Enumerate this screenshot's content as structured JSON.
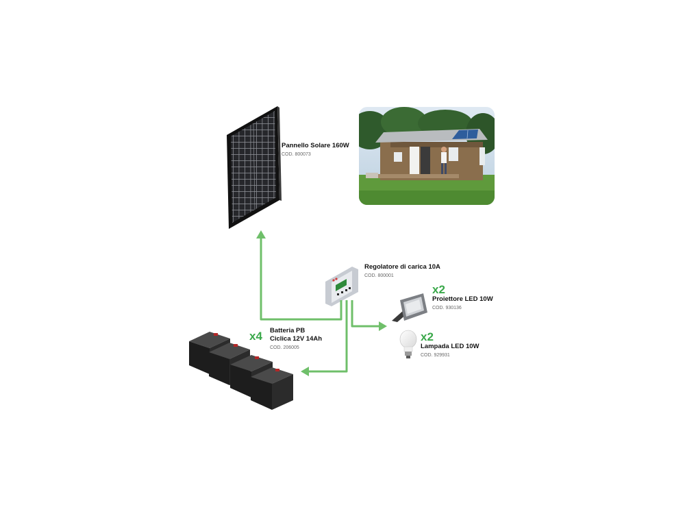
{
  "colors": {
    "arrow": "#6fbf6a",
    "quantity": "#3aa84a",
    "panel_frame": "#111111",
    "panel_cells": "#26272b",
    "battery_body": "#222222",
    "battery_terminal": "#b32828"
  },
  "solar_panel": {
    "title": "Pannello Solare 160W",
    "code": "COD. 800073"
  },
  "photo": {
    "icon": "house-with-solar-panel-photo"
  },
  "charge_controller": {
    "title": "Regolatore di carica 10A",
    "code": "COD. 800001"
  },
  "battery": {
    "quantity": "x4",
    "title_line1": "Batteria PB",
    "title_line2": "Ciclica 12V 14Ah",
    "code": "COD. 206005"
  },
  "floodlight": {
    "quantity": "x2",
    "title": "Proiettore LED 10W",
    "code": "COD. 930136"
  },
  "bulb": {
    "quantity": "x2",
    "title": "Lampada LED 10W",
    "code": "COD. 929931"
  }
}
